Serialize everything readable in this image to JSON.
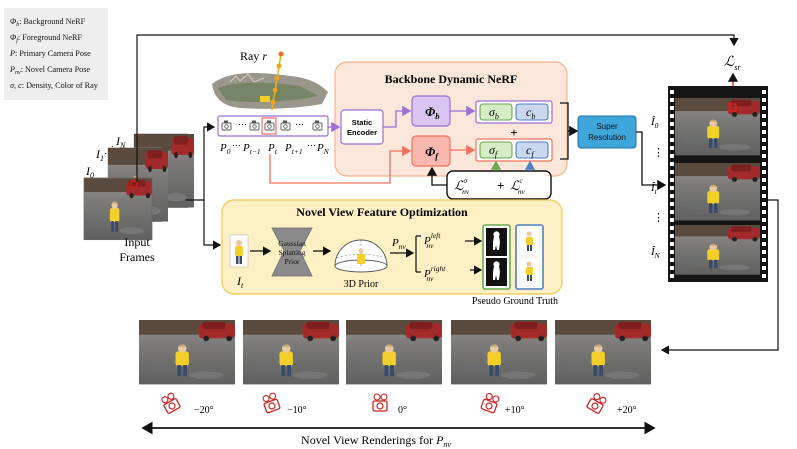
{
  "legend": {
    "items": [
      {
        "sym": "Φ",
        "sub": "b",
        "text": ": Background NeRF"
      },
      {
        "sym": "Φ",
        "sub": "f",
        "text": ": Foreground NeRF"
      },
      {
        "sym": "P",
        "sub": "",
        "text": ": Primary Camera Pose"
      },
      {
        "sym": "P",
        "sub": "nv",
        "text": ": Novel Camera Pose"
      },
      {
        "sym": "σ, c",
        "sub": "",
        "text": ": Density, Color of Ray"
      }
    ]
  },
  "input": {
    "frame_labels": [
      "I",
      "I",
      "I"
    ],
    "frame_subs": [
      "N",
      "1",
      "0"
    ],
    "label_line1": "Input",
    "label_line2": "Frames"
  },
  "ray": {
    "label": "Ray",
    "var": "r"
  },
  "poses": {
    "labels": [
      "P",
      "P",
      "P",
      "P",
      "P"
    ],
    "subs": [
      "0",
      "t−1",
      "t",
      "t+1",
      "N"
    ],
    "dots": "⋯"
  },
  "backbone": {
    "title": "Backbone Dynamic NeRF",
    "static_encoder_line1": "Static",
    "static_encoder_line2": "Encoder",
    "phi": "Φ",
    "phi_b_sub": "b",
    "phi_f_sub": "f",
    "sigma": "σ",
    "c": "c",
    "b": "b",
    "f": "f",
    "plus": "+"
  },
  "loss": {
    "L": "ℒ",
    "nv": "nv",
    "sigma_sup": "σ",
    "c_sup": "c",
    "plus": "+"
  },
  "super_resolution": {
    "line1": "Super",
    "line2": "Resolution"
  },
  "sr_loss": {
    "L": "ℒ",
    "sub": "sr"
  },
  "output": {
    "labels": [
      "Î",
      "Î",
      "Î"
    ],
    "subs": [
      "0",
      "t",
      "N"
    ],
    "dots": "⋮"
  },
  "optimization": {
    "title": "Novel View Feature Optimization",
    "input_label": "I",
    "input_sub": "t",
    "prior_line1": "Gaussian",
    "prior_line2": "Splatting",
    "prior_line3": "Prior",
    "prior3d_label": "3D Prior",
    "pnv": "P",
    "pnv_sub": "nv",
    "left_sup": "left",
    "right_sup": "right",
    "pseudo_gt": "Pseudo Ground Truth"
  },
  "renderings": {
    "angles": [
      "−20°",
      "−10°",
      "0°",
      "+10°",
      "+20°"
    ],
    "caption": "Novel View Renderings for",
    "caption_var": "P",
    "caption_sub": "nv"
  },
  "colors": {
    "backbone_fill": "#fbe6da",
    "backbone_border": "#f2b48e",
    "opt_fill": "#fdf0c4",
    "opt_border": "#f0c850",
    "purple": "#9b6fd6",
    "purple_fill": "#d9c4f2",
    "red": "#f2705e",
    "red_fill": "#f9b8ad",
    "green": "#6aa84f",
    "green_fill": "#d6ecc6",
    "blue_fill": "#c9d8ef",
    "blue": "#4f7fc2",
    "sr_fill": "#3fa6dc",
    "dark": "#111111",
    "icon_red": "#cc2222"
  }
}
